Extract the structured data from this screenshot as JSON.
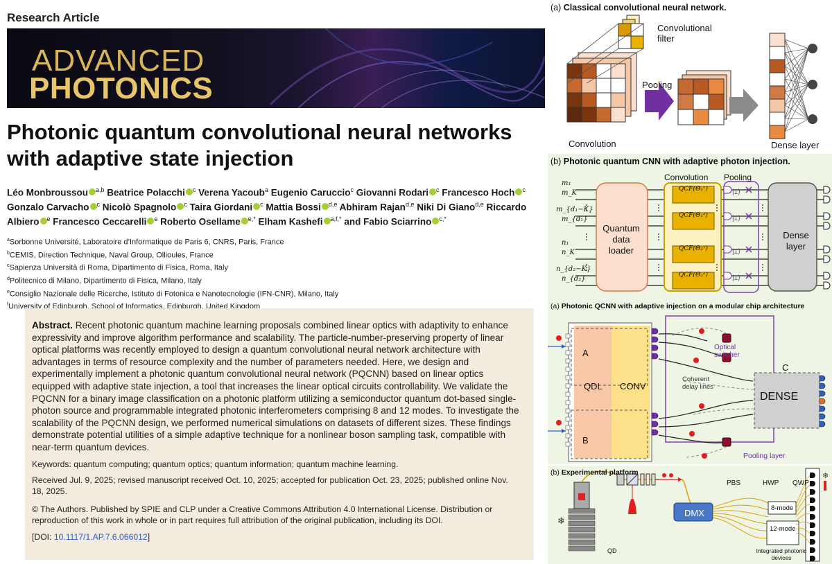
{
  "article_type": "Research Article",
  "journal": {
    "logo_line1": "ADVANCED",
    "logo_line2": "PHOTONICS"
  },
  "title_line1": "Photonic quantum convolutional neural networks",
  "title_line2": "with adaptive state injection",
  "authors": [
    {
      "name": "Léo Monbroussou",
      "orcid": true,
      "sup": "a,b"
    },
    {
      "name": "Beatrice Polacchi",
      "orcid": true,
      "sup": "c"
    },
    {
      "name": "Verena Yacoub",
      "orcid": false,
      "sup": "a"
    },
    {
      "name": "Eugenio Caruccio",
      "orcid": false,
      "sup": "c"
    },
    {
      "name": "Giovanni Rodari",
      "orcid": true,
      "sup": "c"
    },
    {
      "name": "Francesco Hoch",
      "orcid": true,
      "sup": "c"
    },
    {
      "name": "Gonzalo Carvacho",
      "orcid": true,
      "sup": "c"
    },
    {
      "name": "Nicolò Spagnolo",
      "orcid": true,
      "sup": "c"
    },
    {
      "name": "Taira Giordani",
      "orcid": true,
      "sup": "c"
    },
    {
      "name": "Mattia Bossi",
      "orcid": true,
      "sup": "d,e"
    },
    {
      "name": "Abhiram Rajan",
      "orcid": false,
      "sup": "d,e"
    },
    {
      "name": "Niki Di Giano",
      "orcid": false,
      "sup": "d,e"
    },
    {
      "name": "Riccardo Albiero",
      "orcid": true,
      "sup": "e"
    },
    {
      "name": "Francesco Ceccarelli",
      "orcid": true,
      "sup": "e"
    },
    {
      "name": "Roberto Osellame",
      "orcid": true,
      "sup": "e,*"
    },
    {
      "name": "Elham Kashefi",
      "orcid": true,
      "sup": "a,f,*"
    },
    {
      "name": "Fabio Sciarrino",
      "orcid": true,
      "sup": "c,*"
    }
  ],
  "authors_last_joiner": "and",
  "affiliations": [
    {
      "sup": "a",
      "text": "Sorbonne Université, Laboratoire d’Informatique de Paris 6, CNRS, Paris, France"
    },
    {
      "sup": "b",
      "text": "CEMIS, Direction Technique, Naval Group, Ollioules, France"
    },
    {
      "sup": "c",
      "text": "Sapienza Università di Roma, Dipartimento di Fisica, Roma, Italy"
    },
    {
      "sup": "d",
      "text": "Politecnico di Milano, Dipartimento di Fisica, Milano, Italy"
    },
    {
      "sup": "e",
      "text": "Consiglio Nazionale delle Ricerche, Istituto di Fotonica e Nanotecnologie (IFN-CNR), Milano, Italy"
    },
    {
      "sup": "f",
      "text": "University of Edinburgh, School of Informatics, Edinburgh, United Kingdom"
    }
  ],
  "abstract": {
    "label": "Abstract.",
    "text": "Recent photonic quantum machine learning proposals combined linear optics with adaptivity to enhance expressivity and improve algorithm performance and scalability. The particle-number-preserving property of linear optical platforms was recently employed to design a quantum convolutional neural network architecture with advantages in terms of resource complexity and the number of parameters needed. Here, we design and experimentally implement a photonic quantum convolutional neural network (PQCNN) based on linear optics equipped with adaptive state injection, a tool that increases the linear optical circuits controllability. We validate the PQCNN for a binary image classification on a photonic platform utilizing a semiconductor quantum dot-based single-photon source and programmable integrated photonic interferometers comprising 8 and 12 modes. To investigate the scalability of the PQCNN design, we performed numerical simulations on datasets of different sizes. These findings demonstrate potential utilities of a simple adaptive technique for a nonlinear boson sampling task, compatible with near-term quantum devices.",
    "keywords": "Keywords: quantum computing; quantum optics; quantum information; quantum machine learning.",
    "received": "Received Jul. 9, 2025; revised manuscript received Oct. 10, 2025; accepted for publication Oct. 23, 2025; published online Nov. 18, 2025.",
    "license": "© The Authors. Published by SPIE and CLP under a Creative Commons Attribution 4.0 International License. Distribution or reproduction of this work in whole or in part requires full attribution of the original publication, including its DOI.",
    "doi_prefix": "[DOI: ",
    "doi": "10.1117/1.AP.7.6.066012",
    "doi_suffix": "]"
  },
  "figure_a": {
    "label": "(a)",
    "title": "Classical convolutional neural network.",
    "conv_filter_line1": "Convolutional",
    "conv_filter_line2": "filter",
    "pooling": "Pooling",
    "convolution": "Convolution",
    "dense": "Dense layer"
  },
  "figure_b": {
    "label": "(b)",
    "title": "Photonic quantum CNN with adaptive photon injection.",
    "convolution": "Convolution",
    "pooling": "Pooling",
    "loader_line1": "Quantum",
    "loader_line2": "data",
    "loader_line3": "loader",
    "dense_line1": "Dense",
    "dense_line2": "layer",
    "qcf": [
      "QCF(Θ₁¹)",
      "QCF(Θ₁²)",
      "QCF(Θ₂¹)",
      "QCF(Θ₂²)"
    ],
    "ket": "|1⟩",
    "mode_labels": [
      "m₁",
      "m_K",
      "m_{d₁−K}",
      "m_{d₁}",
      "n₁",
      "n_K",
      "n_{d₂−K}",
      "n_{d₂}"
    ],
    "colors": {
      "loader_fill": "#fbe0cf",
      "loader_stroke": "#d07a45",
      "conv_fill": "#fdf0bf",
      "conv_stroke": "#c8a000",
      "pool_stroke": "#8040b0",
      "dense_fill": "#d0d0d0",
      "bg": "#eef5e4"
    }
  },
  "figure_c": {
    "label": "(a)",
    "title": "Photonic QCNN with adaptive injection on a modular chip architecture",
    "qdl": "QDL",
    "conv": "CONV",
    "dense": "DENSE",
    "a": "A",
    "b": "B",
    "c": "C",
    "switcher_line1": "Optical",
    "switcher_line2": "switcher",
    "delay_line1": "Coherent",
    "delay_line2": "delay lines",
    "pooling_layer": "Pooling layer"
  },
  "figure_d": {
    "label": "(b)",
    "title": "Experimental platform",
    "pbs": "PBS",
    "hwp": "HWP",
    "qwp": "QWP",
    "dmx": "DMX",
    "qd": "QD",
    "mode8": "8-mode",
    "mode12": "12-mode",
    "devices_line1": "Integrated photonic",
    "devices_line2": "devices"
  }
}
